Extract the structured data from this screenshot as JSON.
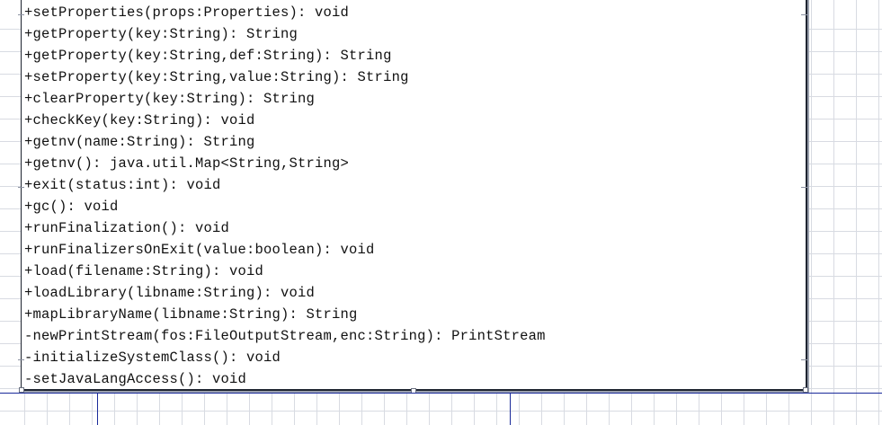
{
  "class_box": {
    "methods": [
      "+setProperties(props:Properties): void",
      "+getProperty(key:String): String",
      "+getProperty(key:String,def:String): String",
      "+setProperty(key:String,value:String): String",
      "+clearProperty(key:String): String",
      "+checkKey(key:String): void",
      "+getnv(name:String): String",
      "+getnv(): java.util.Map<String,String>",
      "+exit(status:int): void",
      "+gc(): void",
      "+runFinalization(): void",
      "+runFinalizersOnExit(value:boolean): void",
      "+load(filename:String): void",
      "+loadLibrary(libname:String): void",
      "+mapLibraryName(libname:String): String",
      "-newPrintStream(fos:FileOutputStream,enc:String): PrintStream",
      "-initializeSystemClass(): void",
      "-setJavaLangAccess(): void"
    ]
  },
  "colors": {
    "border": "#1e2430",
    "connector": "#1a2a9a",
    "grid": "#d8dbe2"
  }
}
